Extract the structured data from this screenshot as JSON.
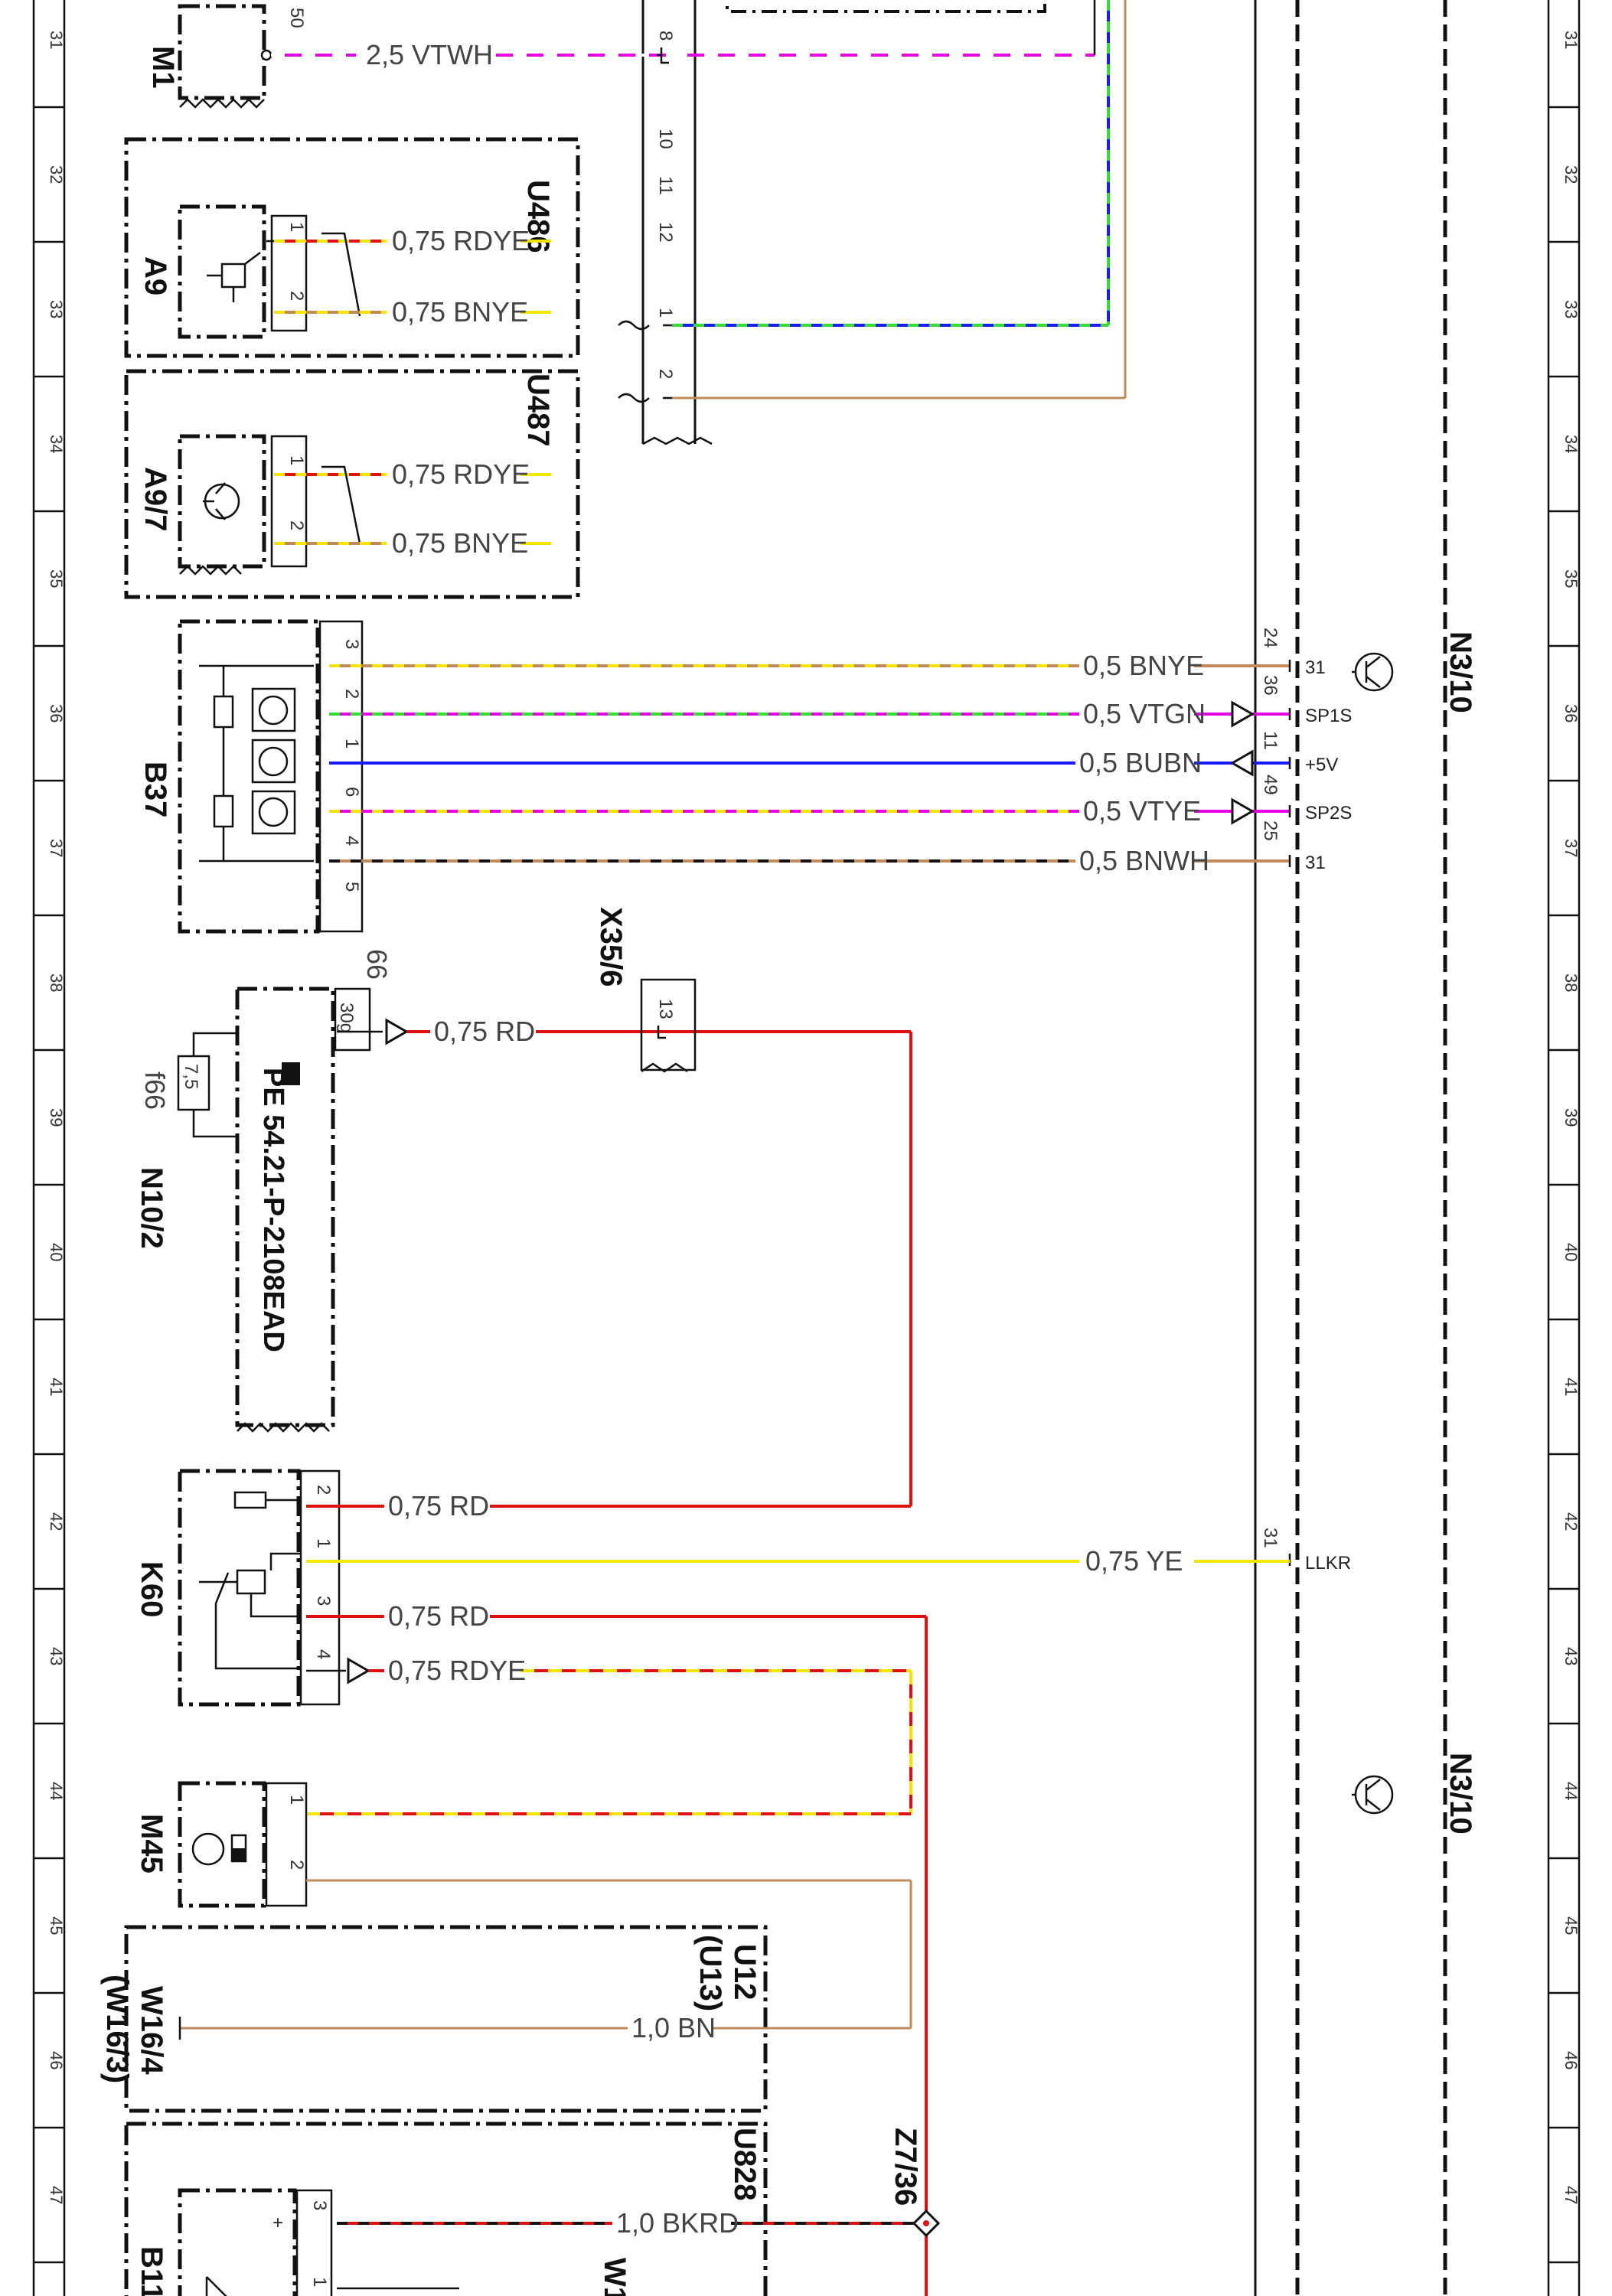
{
  "grid": {
    "rows": [
      "31",
      "32",
      "33",
      "34",
      "35",
      "36",
      "37",
      "38",
      "39",
      "40",
      "41",
      "42",
      "43",
      "44",
      "45",
      "46",
      "47"
    ]
  },
  "components": {
    "m1": "M1",
    "m1_pin": "50",
    "a9": "A9",
    "a9_7": "A9/7",
    "u486": "U486",
    "u487": "U487",
    "b37": "B37",
    "x35_6": "X35/6",
    "n10_2": "N10/2",
    "f66": "f66",
    "fuse_rating": "7,5",
    "fuse_pin": "66",
    "fuse_term": "30g",
    "ref": "PE 54.21-P-2108EAD",
    "k60": "K60",
    "m45": "M45",
    "u12": "U12",
    "u13": "(U13)",
    "w16_4": "W16/4",
    "w16_3": "(W16/3)",
    "u828": "U828",
    "z7_36": "Z7/36",
    "b11": "B11",
    "w1": "W1",
    "n3_10_top": "N3/10",
    "n3_10_bottom": "N3/10"
  },
  "wires": {
    "m1": "2,5 VTWH",
    "a9_1": "0,75 RDYE",
    "a9_2": "0,75 BNYE",
    "a97_1": "0,75 RDYE",
    "a97_2": "0,75 BNYE",
    "b37_3": "0,5 BNYE",
    "b37_2": "0,5 VTGN",
    "b37_1": "0,5 BUBN",
    "b37_6": "0,5 VTYE",
    "b37_4": "0,5 BNWH",
    "n10": "0,75 RD",
    "k60_2": "0,75 RD",
    "k60_1": "0,75 YE",
    "k60_3": "0,75 RD",
    "k60_4": "0,75 RDYE",
    "w16": "1,0 BN",
    "b11": "1,0 BKRD"
  },
  "connector": {
    "pins": [
      "8",
      "10",
      "11",
      "12",
      "1",
      "2"
    ]
  },
  "n3_pins": {
    "p24": "24",
    "p36": "36",
    "p11": "11",
    "p49": "49",
    "p25": "25",
    "p31": "31",
    "s31a": "31",
    "sp1s": "SP1S",
    "p5v": "+5V",
    "sp2s": "SP2S",
    "s31b": "31",
    "llkr": "LLKR"
  },
  "pins": {
    "a9_1": "1",
    "a9_2": "2",
    "a97_1": "1",
    "a97_2": "2",
    "b37_3": "3",
    "b37_2": "2",
    "b37_1": "1",
    "b37_6": "6",
    "b37_4": "4",
    "b37_5": "5",
    "x35_13": "13",
    "k60_2": "2",
    "k60_1": "1",
    "k60_3": "3",
    "k60_4": "4",
    "m45_1": "1",
    "m45_2": "2",
    "b11_3": "3",
    "b11_plus": "+",
    "b11_1": "1"
  },
  "colors": {
    "VT": "#e600e6",
    "WH": "#ffffff",
    "RD": "#e01010",
    "YE": "#f2e600",
    "BN": "#c08a5a",
    "GN": "#33dd33",
    "BU": "#1a1aff",
    "BK": "#111111"
  }
}
